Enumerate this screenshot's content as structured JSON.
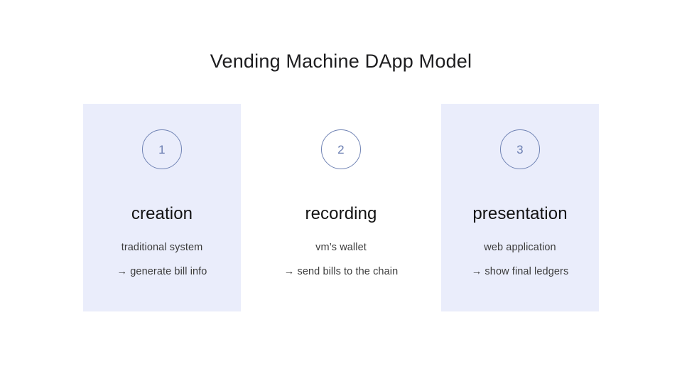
{
  "slide": {
    "title": "Vending Machine DApp Model",
    "background_color": "#ffffff",
    "panel_color": "#eaedfb",
    "circle_stroke_color": "#7083b4",
    "circle_number_color": "#6c7fb2",
    "heading_color": "#121212",
    "body_color": "#3c3c3c"
  },
  "columns": [
    {
      "number": "1",
      "heading": "creation",
      "detail": "traditional system",
      "action": "→ generate bill info",
      "tinted": true
    },
    {
      "number": "2",
      "heading": "recording",
      "detail": "vm’s wallet",
      "action": "→ send bills to the chain",
      "tinted": false
    },
    {
      "number": "3",
      "heading": "presentation",
      "detail": "web application",
      "action": "→ show final ledgers",
      "tinted": true
    }
  ]
}
